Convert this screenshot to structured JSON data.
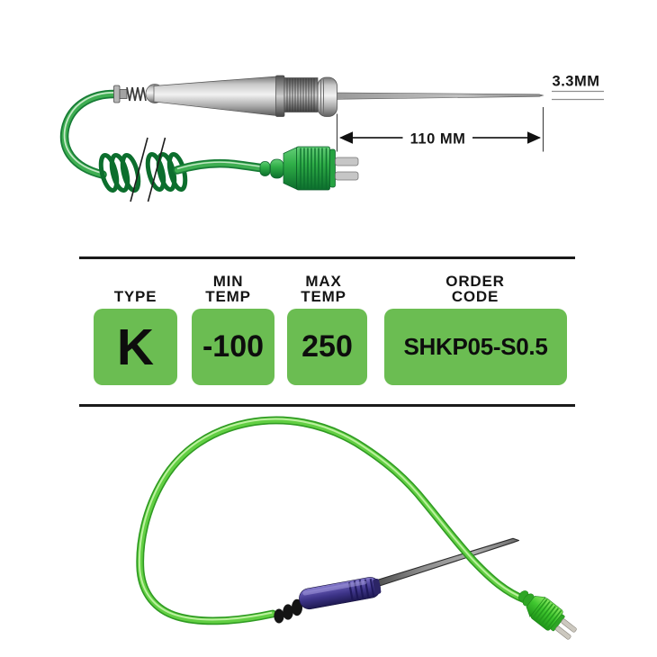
{
  "image": {
    "background": "#ffffff"
  },
  "diagram": {
    "tip_diameter_label": "3.3MM",
    "probe_length_label": "110 MM",
    "cable_color": "#3fae52",
    "connector_color": "#2fae47",
    "handle_metal_color": "#c9c9c9"
  },
  "spec_table": {
    "rule_color": "#1a1a1a",
    "cell_background": "#6bbd52",
    "columns": [
      {
        "header_lines": [
          "TYPE"
        ],
        "value": "K"
      },
      {
        "header_lines": [
          "MIN",
          "TEMP"
        ],
        "value": "-100"
      },
      {
        "header_lines": [
          "MAX",
          "TEMP"
        ],
        "value": "250"
      },
      {
        "header_lines": [
          "ORDER",
          "CODE"
        ],
        "value": "SHKP05-S0.5"
      }
    ]
  },
  "photo": {
    "cable_color": "#62cf43",
    "handle_color": "#3c3387",
    "plug_color": "#3fc62f",
    "needle_color": "#8f8f8f"
  }
}
